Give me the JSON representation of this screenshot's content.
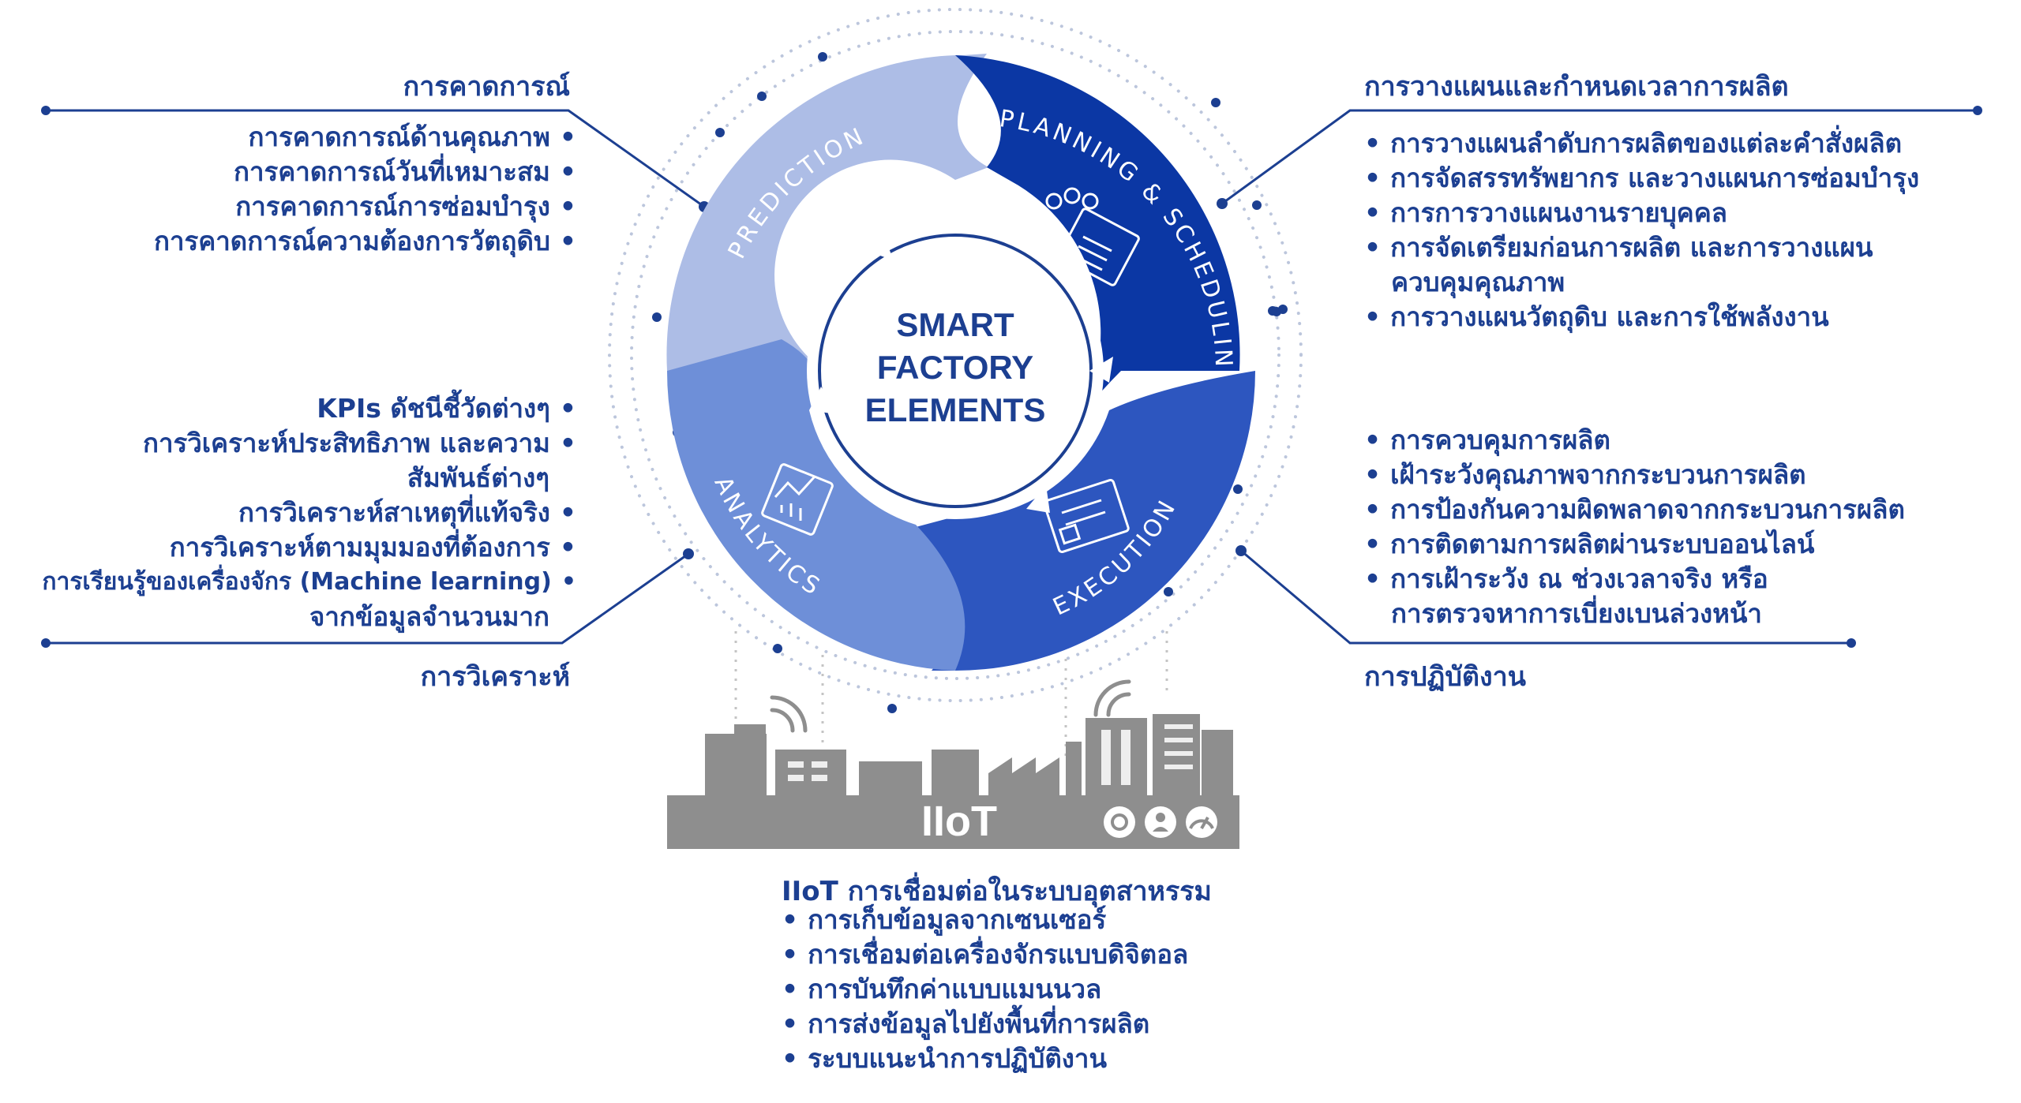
{
  "center": {
    "line1": "SMART",
    "line2": "FACTORY",
    "line3": "ELEMENTS"
  },
  "segments": {
    "prediction": {
      "label": "PREDICTION",
      "color": "#adbde6"
    },
    "planning": {
      "label": "PLANNING & SCHEDULING",
      "color": "#0b37a4"
    },
    "execution": {
      "label": "EXECUTION",
      "color": "#2d56bf"
    },
    "analytics": {
      "label": "ANALYTICS",
      "color": "#6e8fd8"
    }
  },
  "prediction_panel": {
    "heading": "การคาดการณ์",
    "items": [
      "การคาดการณ์ด้านคุณภาพ",
      "การคาดการณ์วันที่เหมาะสม",
      "การคาดการณ์การซ่อมบำรุง",
      "การคาดการณ์ความต้องการวัตถุดิบ"
    ]
  },
  "planning_panel": {
    "heading": "การวางแผนและกำหนดเวลาการผลิต",
    "items": [
      "การวางแผนลำดับการผลิตของแต่ละคำสั่งผลิต",
      "การจัดสรรทรัพยากร และวางแผนการซ่อมบำรุง",
      "การการวางแผนงานรายบุคคล",
      "การจัดเตรียมก่อนการผลิต และการวางแผน",
      "ควบคุมคุณภาพ",
      "การวางแผนวัตถุดิบ และการใช้พลังงาน"
    ]
  },
  "analytics_panel": {
    "heading": "การวิเคราะห์",
    "items": [
      "KPIs ดัชนีชี้วัดต่างๆ",
      "การวิเคราะห์ประสิทธิภาพ และความ",
      "สัมพันธ์ต่างๆ",
      "การวิเคราะห์สาเหตุที่แท้จริง",
      "การวิเคราะห์ตามมุมมองที่ต้องการ",
      "การเรียนรู้ของเครื่องจักร (Machine learning)",
      "จากข้อมูลจำนวนมาก"
    ]
  },
  "execution_panel": {
    "heading": "การปฏิบัติงาน",
    "items": [
      "การควบคุมการผลิต",
      "เฝ้าระวังคุณภาพจากกระบวนการผลิต",
      "การป้องกันความผิดพลาดจากกระบวนการผลิต",
      "การติดตามการผลิตผ่านระบบออนไลน์",
      "การเฝ้าระวัง ณ ช่วงเวลาจริง หรือ",
      "การตรวจหาการเบี่ยงเบนล่วงหน้า"
    ]
  },
  "iiot": {
    "banner": "IIoT",
    "heading": "IIoT การเชื่อมต่อในระบบอุตสาหรรม",
    "items": [
      "การเก็บข้อมูลจากเซนเซอร์",
      "การเชื่อมต่อเครื่องจักรแบบดิจิตอล",
      "การบันทึกค่าแบบแมนนวล",
      "การส่งข้อมูลไปยังพื้นที่การผลิต",
      "ระบบแนะนำการปฏิบัติงาน"
    ],
    "color": "#8e8e8e"
  },
  "colors": {
    "text": "#1c3f91",
    "line": "#1c3f91",
    "dots": "#bcc6dc"
  },
  "bullet": "•"
}
